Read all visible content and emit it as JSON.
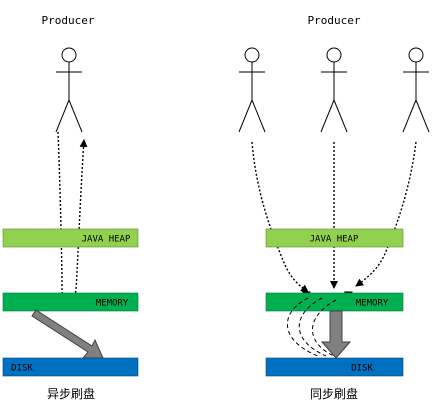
{
  "async_panel": {
    "producer_label": "Producer",
    "java_heap_label": "JAVA HEAP",
    "memory_label": "MEMORY",
    "disk_label": "DISK",
    "caption": "异步刷盘"
  },
  "sync_panel": {
    "producer_label": "Producer",
    "java_heap_label": "JAVA HEAP",
    "memory_label": "MEMORY",
    "disk_label": "DISK",
    "caption": "同步刷盘"
  },
  "colors": {
    "java_heap": "#92d050",
    "memory": "#00b050",
    "disk": "#0070c0",
    "flush_arrow": "#808080",
    "line": "#000000"
  },
  "icons": {
    "producer": "stick-figure-icon"
  }
}
